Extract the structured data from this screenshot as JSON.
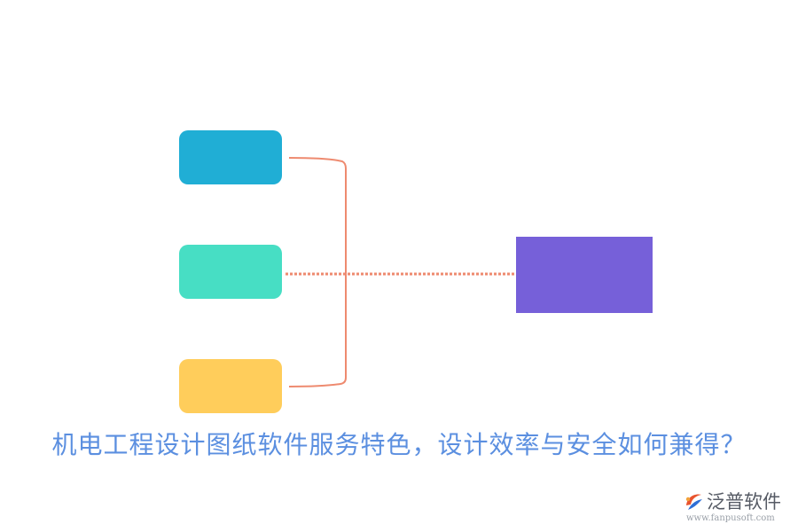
{
  "diagram": {
    "title": "机电工程设计图纸软件服务特色，设计效率与安全如何兼得？",
    "nodes": [
      {
        "id": "box-top",
        "color": "#20aed5"
      },
      {
        "id": "box-mid",
        "color": "#47dec4"
      },
      {
        "id": "box-bot",
        "color": "#ffcd5b"
      },
      {
        "id": "box-target",
        "color": "#7660d9"
      }
    ],
    "connector_color": "#ee8a6f",
    "title_color": "#5b8fe0"
  },
  "logo": {
    "name": "泛普软件",
    "url": "www.fanpusoft.com"
  }
}
